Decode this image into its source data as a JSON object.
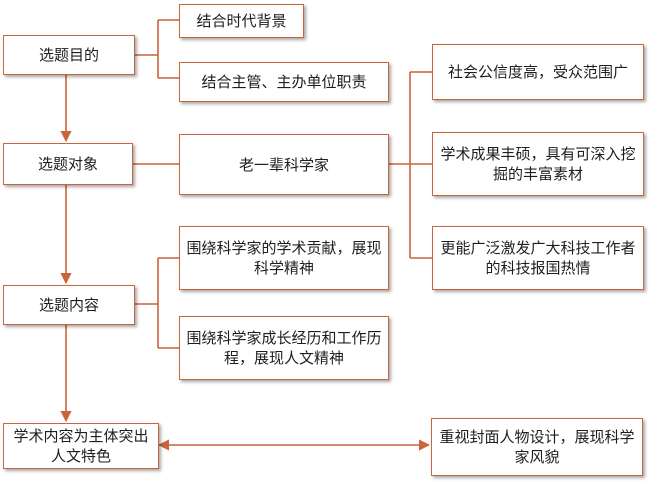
{
  "colors": {
    "border": "#c9643b",
    "line": "#c9643b",
    "text": "#1e1e1e"
  },
  "nodes": {
    "purpose": "选题目的",
    "purpose_era": "结合时代背景",
    "purpose_duty": "结合主管、主办单位职责",
    "object": "选题对象",
    "object_main": "老一辈科学家",
    "object_credibility": "社会公信度高，受众范围广",
    "object_achievement": "学术成果丰硕，具有可深入挖掘的丰富素材",
    "object_inspire": "更能广泛激发广大科技工作者的科技报国热情",
    "content": "选题内容",
    "content_academic": "围绕科学家的学术贡献，展现科学精神",
    "content_growth": "围绕科学家成长经历和工作历程，展现人文精神",
    "feature": "学术内容为主体突出人文特色",
    "cover": "重视封面人物设计，展现科学家风貌"
  }
}
